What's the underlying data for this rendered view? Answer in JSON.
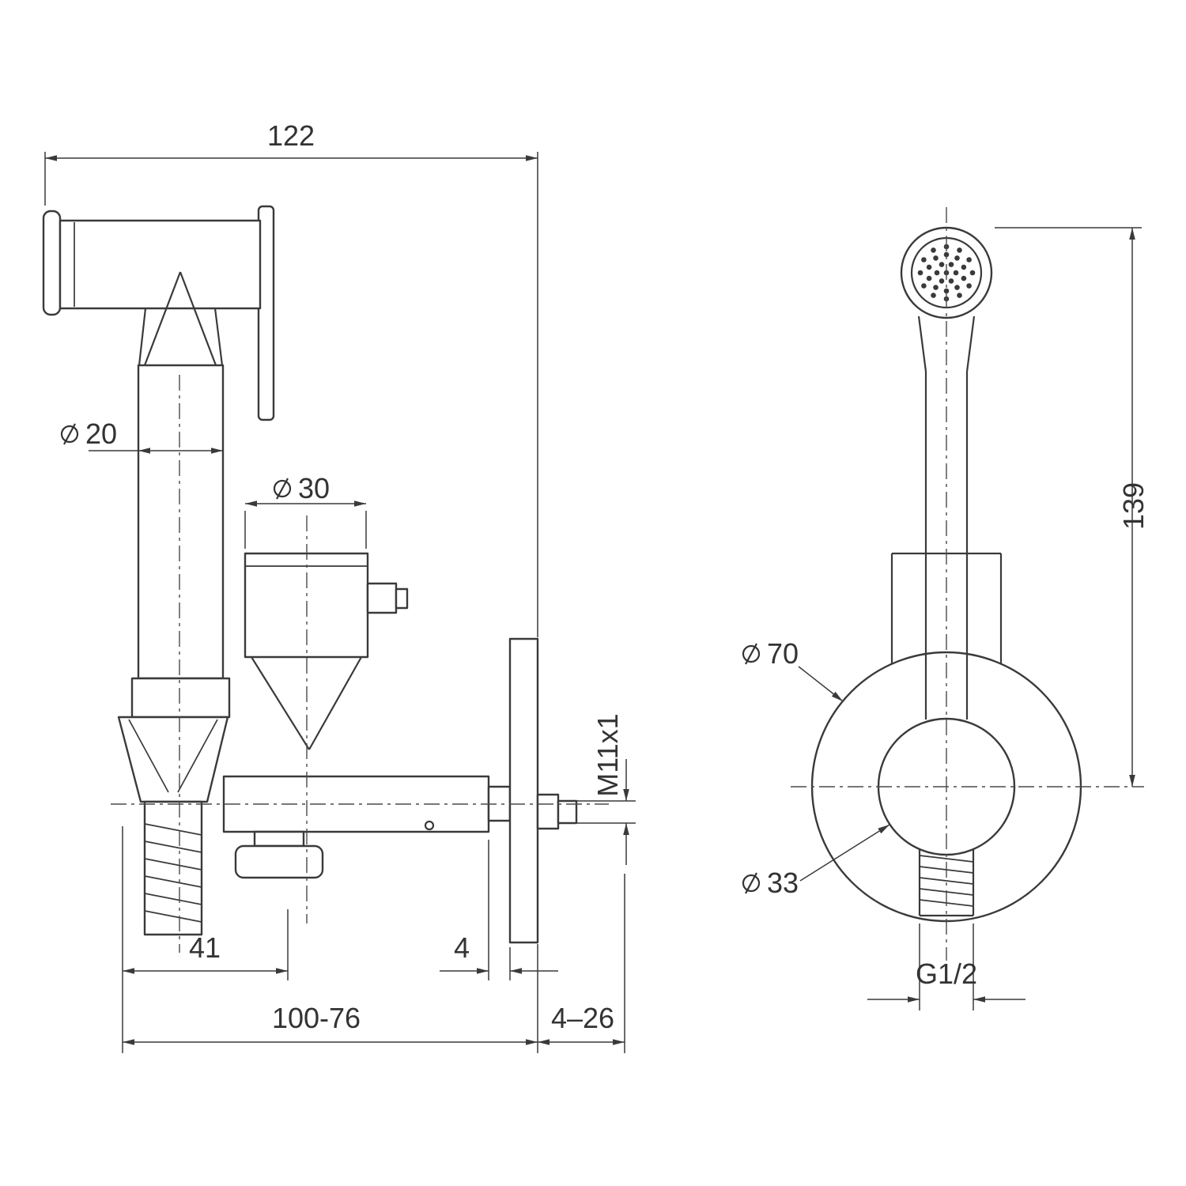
{
  "side_view": {
    "dim_122": "122",
    "dia_20": "20",
    "dia_30": "30",
    "thread_m11": "M11x1",
    "dim_41": "41",
    "dim_4": "4",
    "dim_100_76": "100-76",
    "dim_4_26": "4–26"
  },
  "front_view": {
    "dia_70": "70",
    "dim_139": "139",
    "dia_33": "33",
    "thread_g12": "G1/2"
  },
  "style": {
    "line_color": "#3a3a3a",
    "background": "#ffffff"
  }
}
